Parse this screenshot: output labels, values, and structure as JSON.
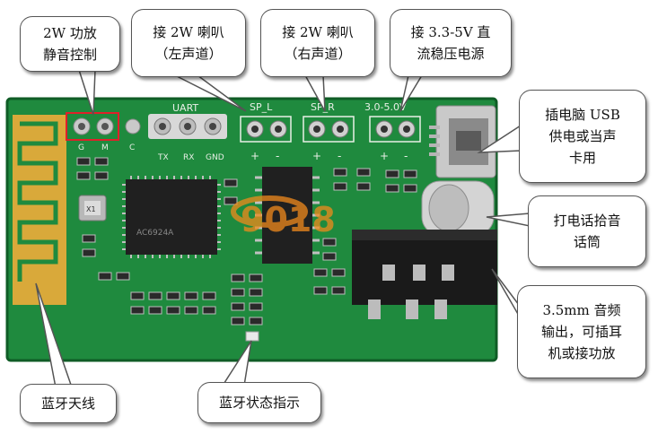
{
  "board": {
    "silkscreen": {
      "uart": "UART",
      "sp_l": "SP_L",
      "sp_r": "SP_R",
      "power": "3.0-5.0V",
      "pins_uart": [
        "TX",
        "RX",
        "GND"
      ],
      "pins_amp": [
        "G",
        "M"
      ],
      "pin_c": "C",
      "plus": "+",
      "minus": "-",
      "crystal": "X1",
      "chip": "AC6924A"
    },
    "watermark_text": "9018",
    "colors": {
      "pcb": "#1f8a3e",
      "pcb_dark": "#0f5c26",
      "antenna": "#e0b74d",
      "highlight": "#e0202a"
    }
  },
  "callouts": {
    "amp_control": [
      "2W 功放",
      "静音控制"
    ],
    "left_speaker": [
      "接 2W 喇叭",
      "（左声道）"
    ],
    "right_speaker": [
      "接 2W 喇叭",
      "（右声道）"
    ],
    "dc_power": [
      "接 3.3-5V 直",
      "流稳压电源"
    ],
    "usb_power": [
      "插电脑 USB",
      "供电或当声",
      "卡用"
    ],
    "mic": [
      "打电话拾音",
      "话筒"
    ],
    "audio_out": [
      "3.5mm 音频",
      "输出，可插耳",
      "机或接功放"
    ],
    "antenna": [
      "蓝牙天线"
    ],
    "status_led": [
      "蓝牙状态指示"
    ]
  }
}
